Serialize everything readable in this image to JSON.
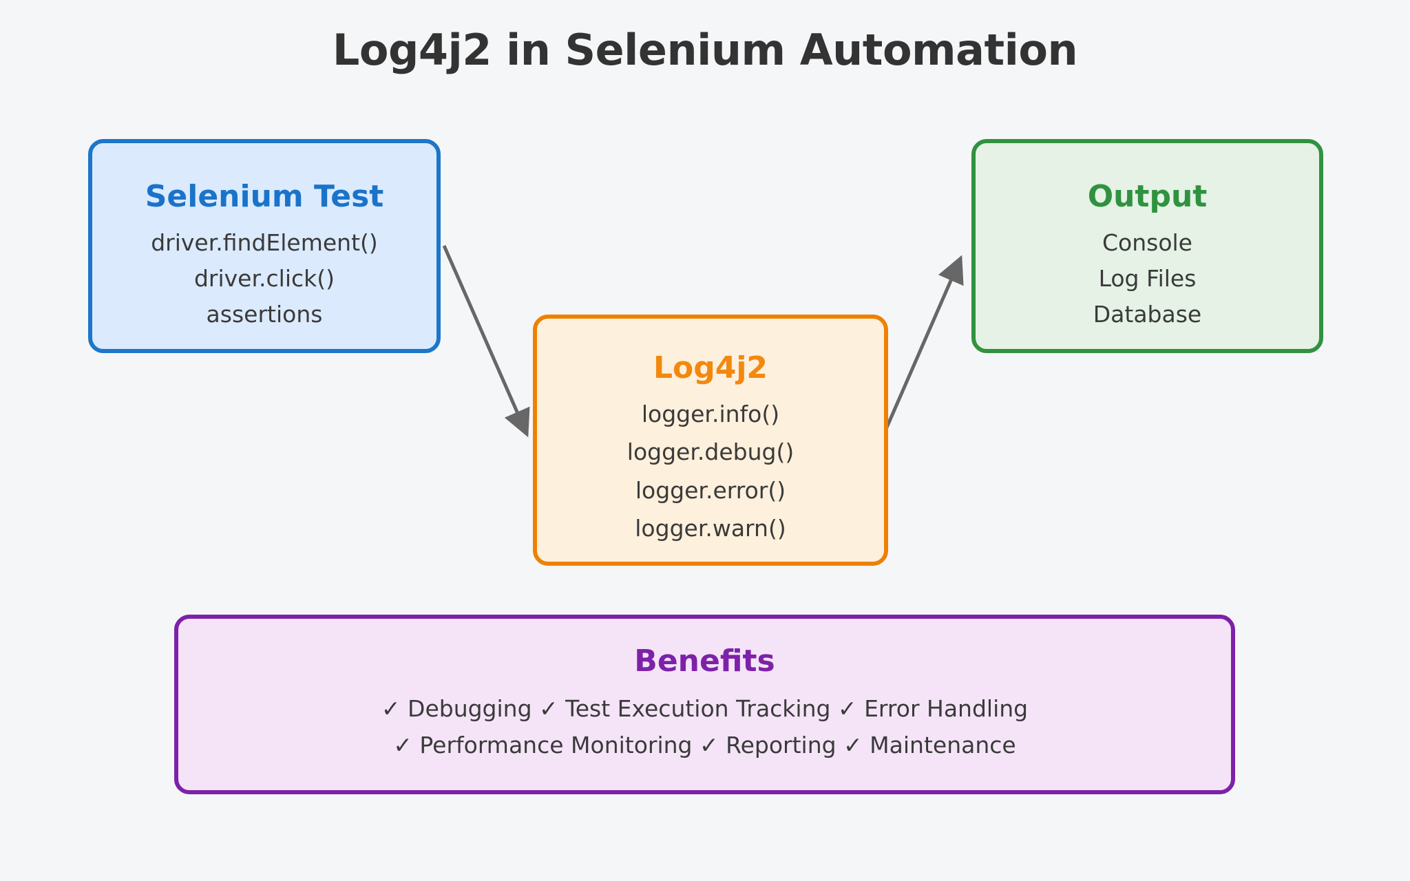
{
  "page": {
    "title": "Log4j2 in Selenium Automation",
    "background_color": "#f5f6f8",
    "title_color": "#333333"
  },
  "nodes": {
    "selenium": {
      "title": "Selenium Test",
      "lines": [
        "driver.findElement()",
        "driver.click()",
        "assertions"
      ],
      "accent_color": "#1a73c9",
      "fill_color": "#dbeafc"
    },
    "log4j2": {
      "title": "Log4j2",
      "lines": [
        "logger.info()",
        "logger.debug()",
        "logger.error()",
        "logger.warn()"
      ],
      "accent_color": "#ee8102",
      "fill_color": "#fdf0dc"
    },
    "output": {
      "title": "Output",
      "lines": [
        "Console",
        "Log Files",
        "Database"
      ],
      "accent_color": "#2f9240",
      "fill_color": "#e5f2e5"
    },
    "benefits": {
      "title": "Benefits",
      "lines": [
        "✓ Debugging ✓ Test Execution Tracking ✓ Error Handling",
        "✓ Performance Monitoring ✓ Reporting ✓ Maintenance"
      ],
      "accent_color": "#7d22a8",
      "fill_color": "#f5e4f8"
    }
  },
  "edges": [
    {
      "from": "Selenium Test",
      "to": "Log4j2"
    },
    {
      "from": "Log4j2",
      "to": "Output"
    }
  ],
  "colors": {
    "arrow": "#676767",
    "body_text": "#3a3a3a"
  }
}
